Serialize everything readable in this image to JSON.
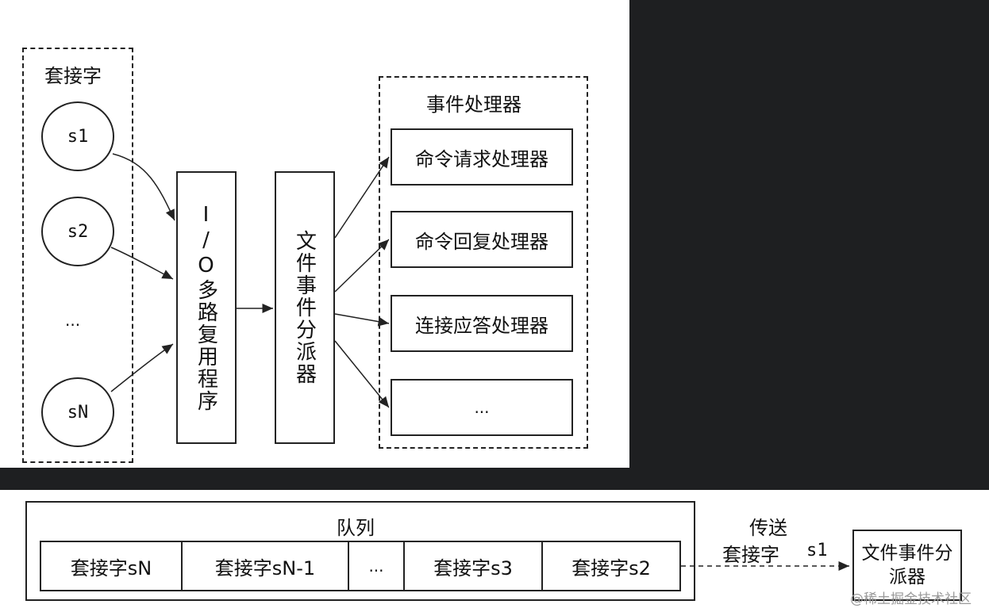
{
  "top_diagram": {
    "sockets_group_label": "套接字",
    "sockets": [
      "s1",
      "s2",
      "...",
      "sN"
    ],
    "io_multiplexer_label": "I/O多路复用程序",
    "file_event_dispatcher_label": "文件事件分派器",
    "handlers_group_label": "事件处理器",
    "handlers": [
      "命令请求处理器",
      "命令回复处理器",
      "连接应答处理器",
      "..."
    ]
  },
  "bottom_diagram": {
    "queue_label": "队列",
    "queue_items": [
      "套接字sN",
      "套接字sN-1",
      "...",
      "套接字s3",
      "套接字s2"
    ],
    "transfer_label_line1": "传送",
    "transfer_label_line2": "套接字",
    "transfer_socket": "s1",
    "dispatcher_label": "文件事件分派器"
  },
  "watermark": "@稀土掘金技术社区"
}
